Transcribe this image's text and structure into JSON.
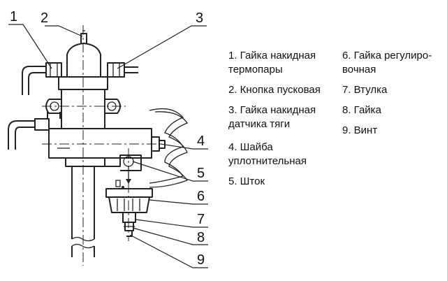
{
  "callouts": [
    "1",
    "2",
    "3",
    "4",
    "5",
    "6",
    "7",
    "8",
    "9"
  ],
  "legend": [
    {
      "text": "1. Гайка накидная\nтермопары"
    },
    {
      "text": "2. Кнопка пусковая"
    },
    {
      "text": "3. Гайка накидная\nдатчика тяги"
    },
    {
      "text": "4. Шайба\nуплотнительная"
    },
    {
      "text": "5. Шток"
    },
    {
      "text": "6. Гайка регулиро-\nвочная"
    },
    {
      "text": "7. Втулка"
    },
    {
      "text": "8. Гайка"
    },
    {
      "text": "9. Винт"
    }
  ]
}
